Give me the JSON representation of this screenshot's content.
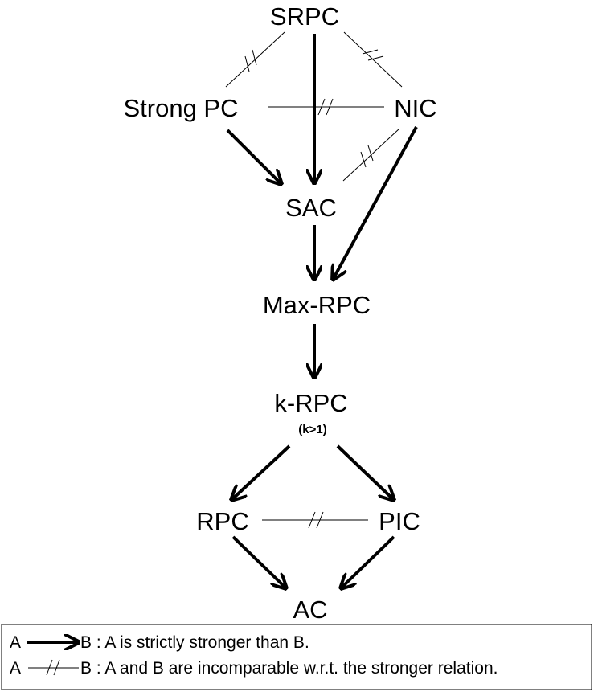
{
  "nodes": {
    "srpc": "SRPC",
    "strong_pc": "Strong PC",
    "nic": "NIC",
    "sac": "SAC",
    "max_rpc": "Max-RPC",
    "k_rpc": "k-RPC",
    "k_rpc_note": "(k>1)",
    "rpc": "RPC",
    "pic": "PIC",
    "ac": "AC"
  },
  "legend": {
    "arrow_from": "A",
    "arrow_to": "B",
    "arrow_text": " : A is strictly stronger than B.",
    "incomp_from": "A",
    "incomp_to": "B",
    "incomp_text": " : A and B are incomparable w.r.t. the stronger relation."
  }
}
